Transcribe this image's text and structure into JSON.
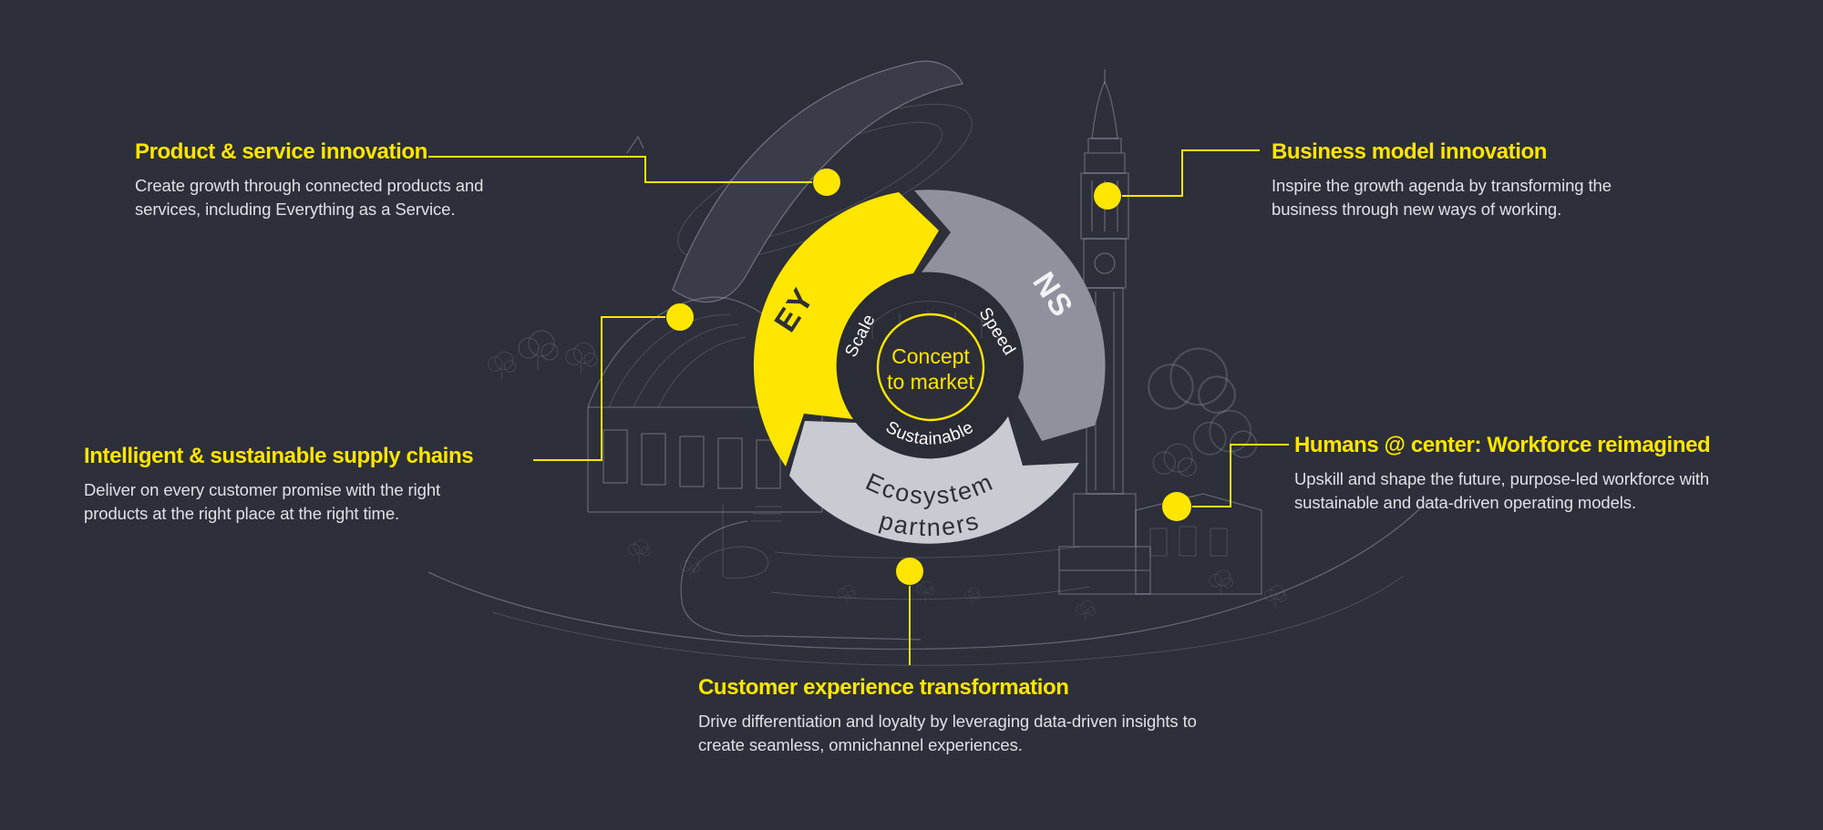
{
  "colors": {
    "background": "#2D2F3A",
    "accent_yellow": "#FFE600",
    "ns_arc_gray": "#8F929D",
    "ecosystem_arc_gray": "#C9CAD2",
    "dark_text_on_yellow": "#2E2E38",
    "body_text": "#DFE0E5",
    "lineart": "#A9AEC0"
  },
  "diagram": {
    "center_circle": {
      "line1": "Concept",
      "line2": "to market"
    },
    "ring_words": {
      "left": "Scale",
      "right": "Speed",
      "bottom": "Sustainable"
    },
    "arc_ey": {
      "label": "EY"
    },
    "arc_ns": {
      "label": "NS"
    },
    "arc_eco": {
      "line1": "Ecosystem",
      "line2": "partners"
    }
  },
  "callouts": {
    "product": {
      "title": "Product & service innovation",
      "body": "Create growth through connected products and services, including Everything as a Service."
    },
    "business": {
      "title": "Business model innovation",
      "body": "Inspire the growth agenda by transforming the business through new ways of working."
    },
    "supply": {
      "title": "Intelligent & sustainable supply chains",
      "body": "Deliver on every customer promise with the right products at the right place at the right time."
    },
    "humans": {
      "title": "Humans @ center: Workforce reimagined",
      "body": "Upskill and shape the future, purpose-led workforce with sustainable and data-driven operating models."
    },
    "customer": {
      "title": "Customer experience transformation",
      "body": "Drive differentiation and loyalty by leveraging data-driven insights to create seamless, omnichannel experiences."
    }
  }
}
